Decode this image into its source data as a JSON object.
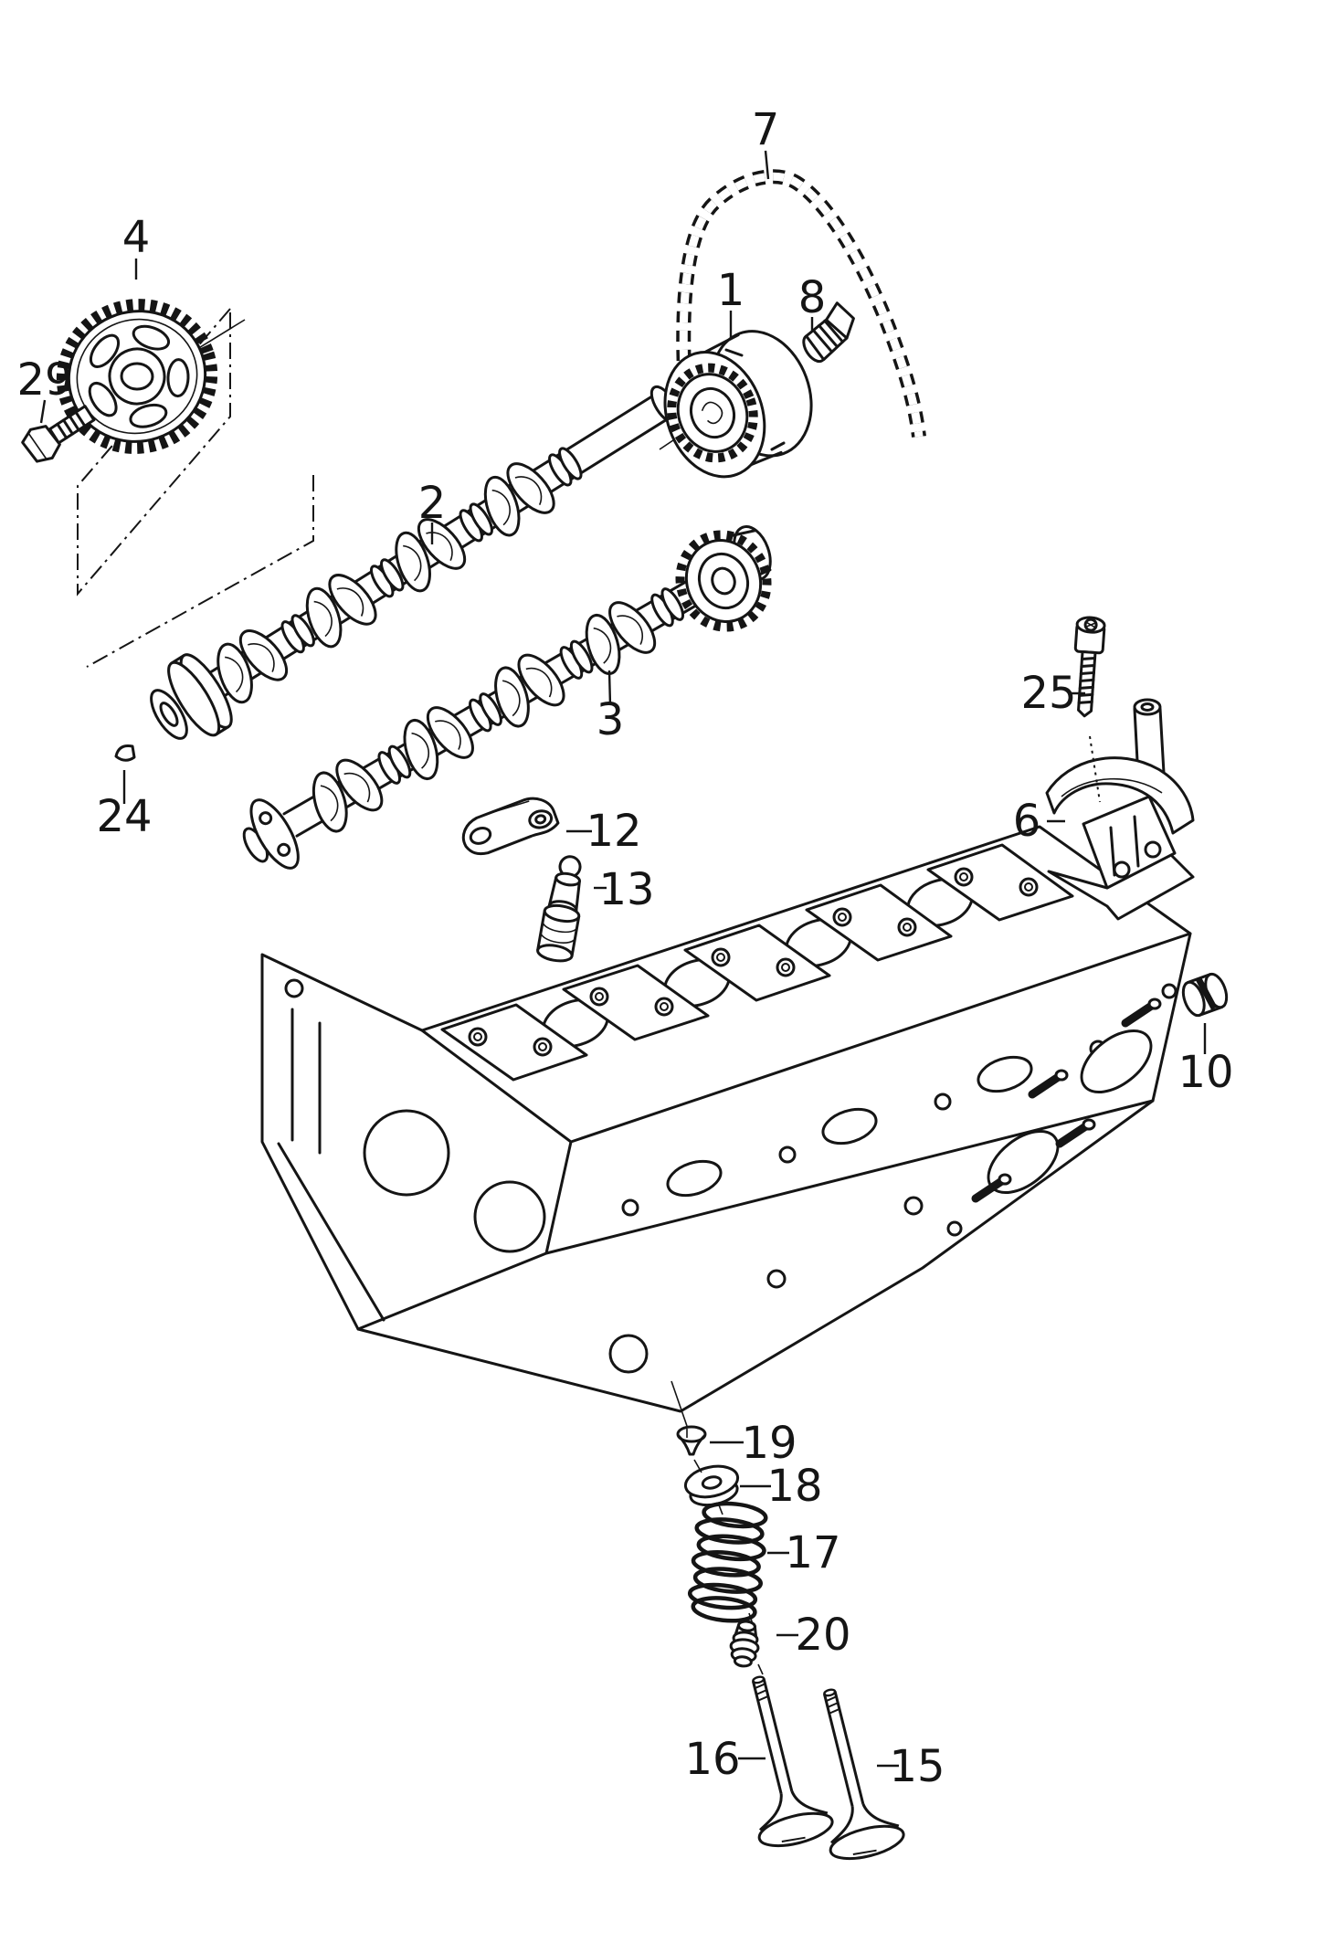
{
  "figure": {
    "type": "exploded-parts-diagram",
    "subject": "cylinder-head-camshaft-valves",
    "colors": {
      "background": "#ffffff",
      "line": "#151515"
    },
    "callouts": [
      {
        "number": "1"
      },
      {
        "number": "2"
      },
      {
        "number": "3"
      },
      {
        "number": "4"
      },
      {
        "number": "6"
      },
      {
        "number": "7"
      },
      {
        "number": "8"
      },
      {
        "number": "10"
      },
      {
        "number": "12"
      },
      {
        "number": "13"
      },
      {
        "number": "15"
      },
      {
        "number": "16"
      },
      {
        "number": "17"
      },
      {
        "number": "18"
      },
      {
        "number": "19"
      },
      {
        "number": "20"
      },
      {
        "number": "24"
      },
      {
        "number": "25"
      },
      {
        "number": "29"
      }
    ]
  }
}
